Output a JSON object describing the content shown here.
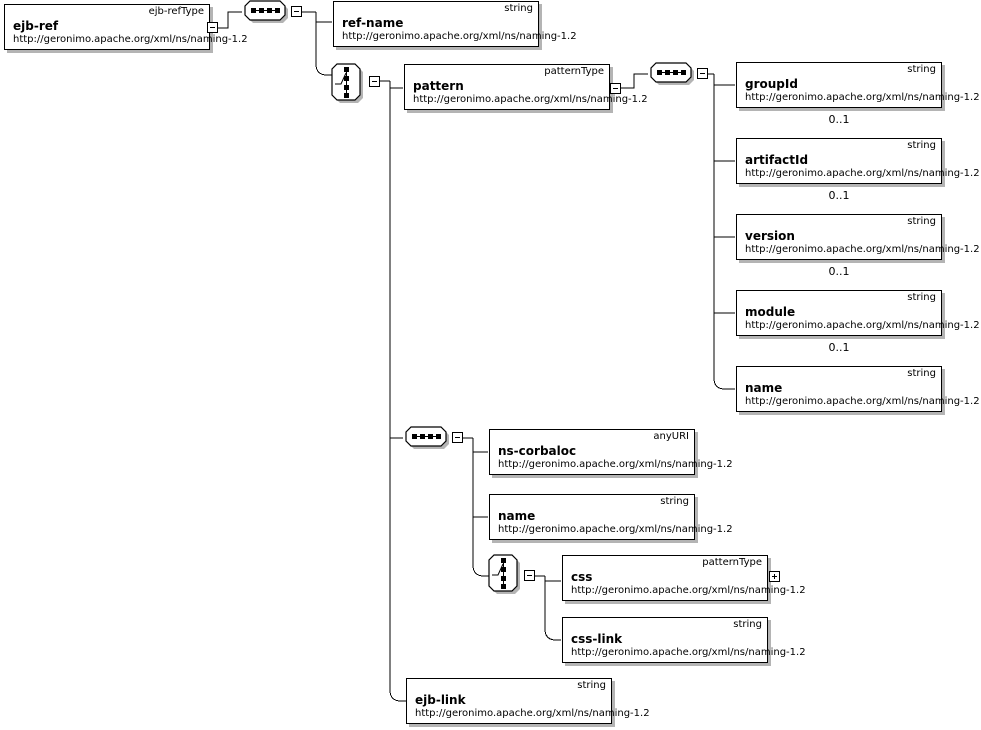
{
  "diagram": {
    "title": "ejb-ref XML Schema element diagram",
    "namespace": "http://geronimo.apache.org/xml/ns/naming-1.2",
    "background": "#ffffff",
    "line_color": "#000000",
    "shadow_color": "#b4b4b4"
  },
  "root": {
    "name": "ejb-ref",
    "type": "ejb-refType",
    "namespace": "http://geronimo.apache.org/xml/ns/naming-1.2",
    "expander": "minus-expander"
  },
  "compositors": [
    {
      "id": "seq-root",
      "kind": "sequence",
      "expander": "minus"
    },
    {
      "id": "choice-main",
      "kind": "choice",
      "expander": "minus"
    },
    {
      "id": "seq-pattern",
      "kind": "sequence",
      "expander": "minus"
    },
    {
      "id": "seq-corba",
      "kind": "sequence",
      "expander": "minus"
    },
    {
      "id": "choice-css",
      "kind": "choice",
      "expander": "minus"
    }
  ],
  "nodes": [
    {
      "id": "ref-name",
      "name": "ref-name",
      "type": "string",
      "ns": "http://geronimo.apache.org/xml/ns/naming-1.2",
      "cardinality": ""
    },
    {
      "id": "pattern",
      "name": "pattern",
      "type": "patternType",
      "ns": "http://geronimo.apache.org/xml/ns/naming-1.2",
      "cardinality": "",
      "expander": "minus"
    },
    {
      "id": "groupId",
      "name": "groupId",
      "type": "string",
      "ns": "http://geronimo.apache.org/xml/ns/naming-1.2",
      "cardinality": "0..1"
    },
    {
      "id": "artifactId",
      "name": "artifactId",
      "type": "string",
      "ns": "http://geronimo.apache.org/xml/ns/naming-1.2",
      "cardinality": "0..1"
    },
    {
      "id": "version",
      "name": "version",
      "type": "string",
      "ns": "http://geronimo.apache.org/xml/ns/naming-1.2",
      "cardinality": "0..1"
    },
    {
      "id": "module",
      "name": "module",
      "type": "string",
      "ns": "http://geronimo.apache.org/xml/ns/naming-1.2",
      "cardinality": "0..1"
    },
    {
      "id": "name-pat",
      "name": "name",
      "type": "string",
      "ns": "http://geronimo.apache.org/xml/ns/naming-1.2",
      "cardinality": ""
    },
    {
      "id": "ns-corbaloc",
      "name": "ns-corbaloc",
      "type": "anyURI",
      "ns": "http://geronimo.apache.org/xml/ns/naming-1.2",
      "cardinality": ""
    },
    {
      "id": "name-corba",
      "name": "name",
      "type": "string",
      "ns": "http://geronimo.apache.org/xml/ns/naming-1.2",
      "cardinality": ""
    },
    {
      "id": "css",
      "name": "css",
      "type": "patternType",
      "ns": "http://geronimo.apache.org/xml/ns/naming-1.2",
      "cardinality": "",
      "expander": "plus"
    },
    {
      "id": "css-link",
      "name": "css-link",
      "type": "string",
      "ns": "http://geronimo.apache.org/xml/ns/naming-1.2",
      "cardinality": ""
    },
    {
      "id": "ejb-link",
      "name": "ejb-link",
      "type": "string",
      "ns": "http://geronimo.apache.org/xml/ns/naming-1.2",
      "cardinality": ""
    }
  ]
}
